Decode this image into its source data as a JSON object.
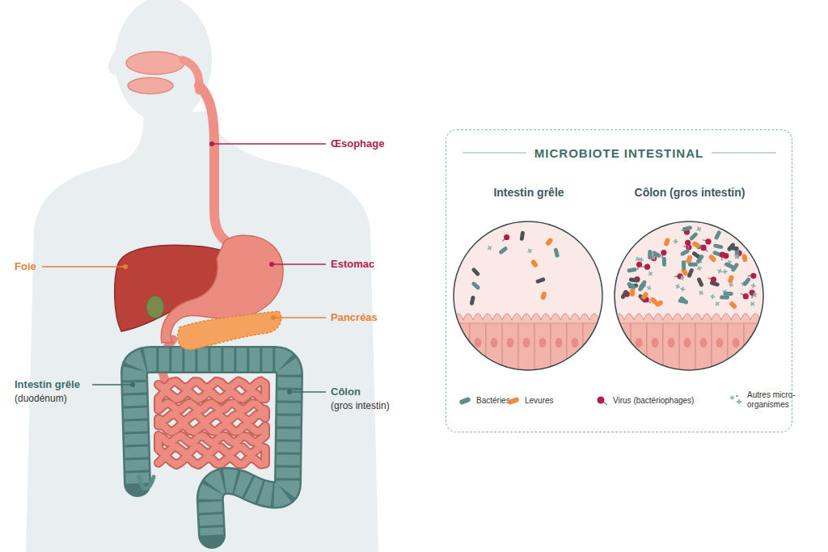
{
  "diagram": {
    "nodes": [
      {
        "text": [
          "MICROBIOTE INTESTINAL"
        ]
      },
      {
        "text": [
          "Intestin grêle"
        ],
        "in": 0
      },
      {
        "text": [
          "Côlon (gros intestin)"
        ],
        "in": 0
      }
    ],
    "labels": [
      "Œsophage",
      "Foie",
      "Estomac",
      "Pancréas",
      "Intestin grêle",
      "(duodénum)",
      "Côlon",
      "(gros intestin)"
    ],
    "legend": [
      {
        "text": "Bactéries",
        "color": "#5f8f8c"
      },
      {
        "text": "Levures",
        "color": "#f08a3c"
      },
      {
        "text": "Virus (bactériophages)",
        "color": "#b51f45"
      },
      {
        "text": "Autres micro-organismes",
        "color": "#8fb3b0"
      }
    ]
  }
}
